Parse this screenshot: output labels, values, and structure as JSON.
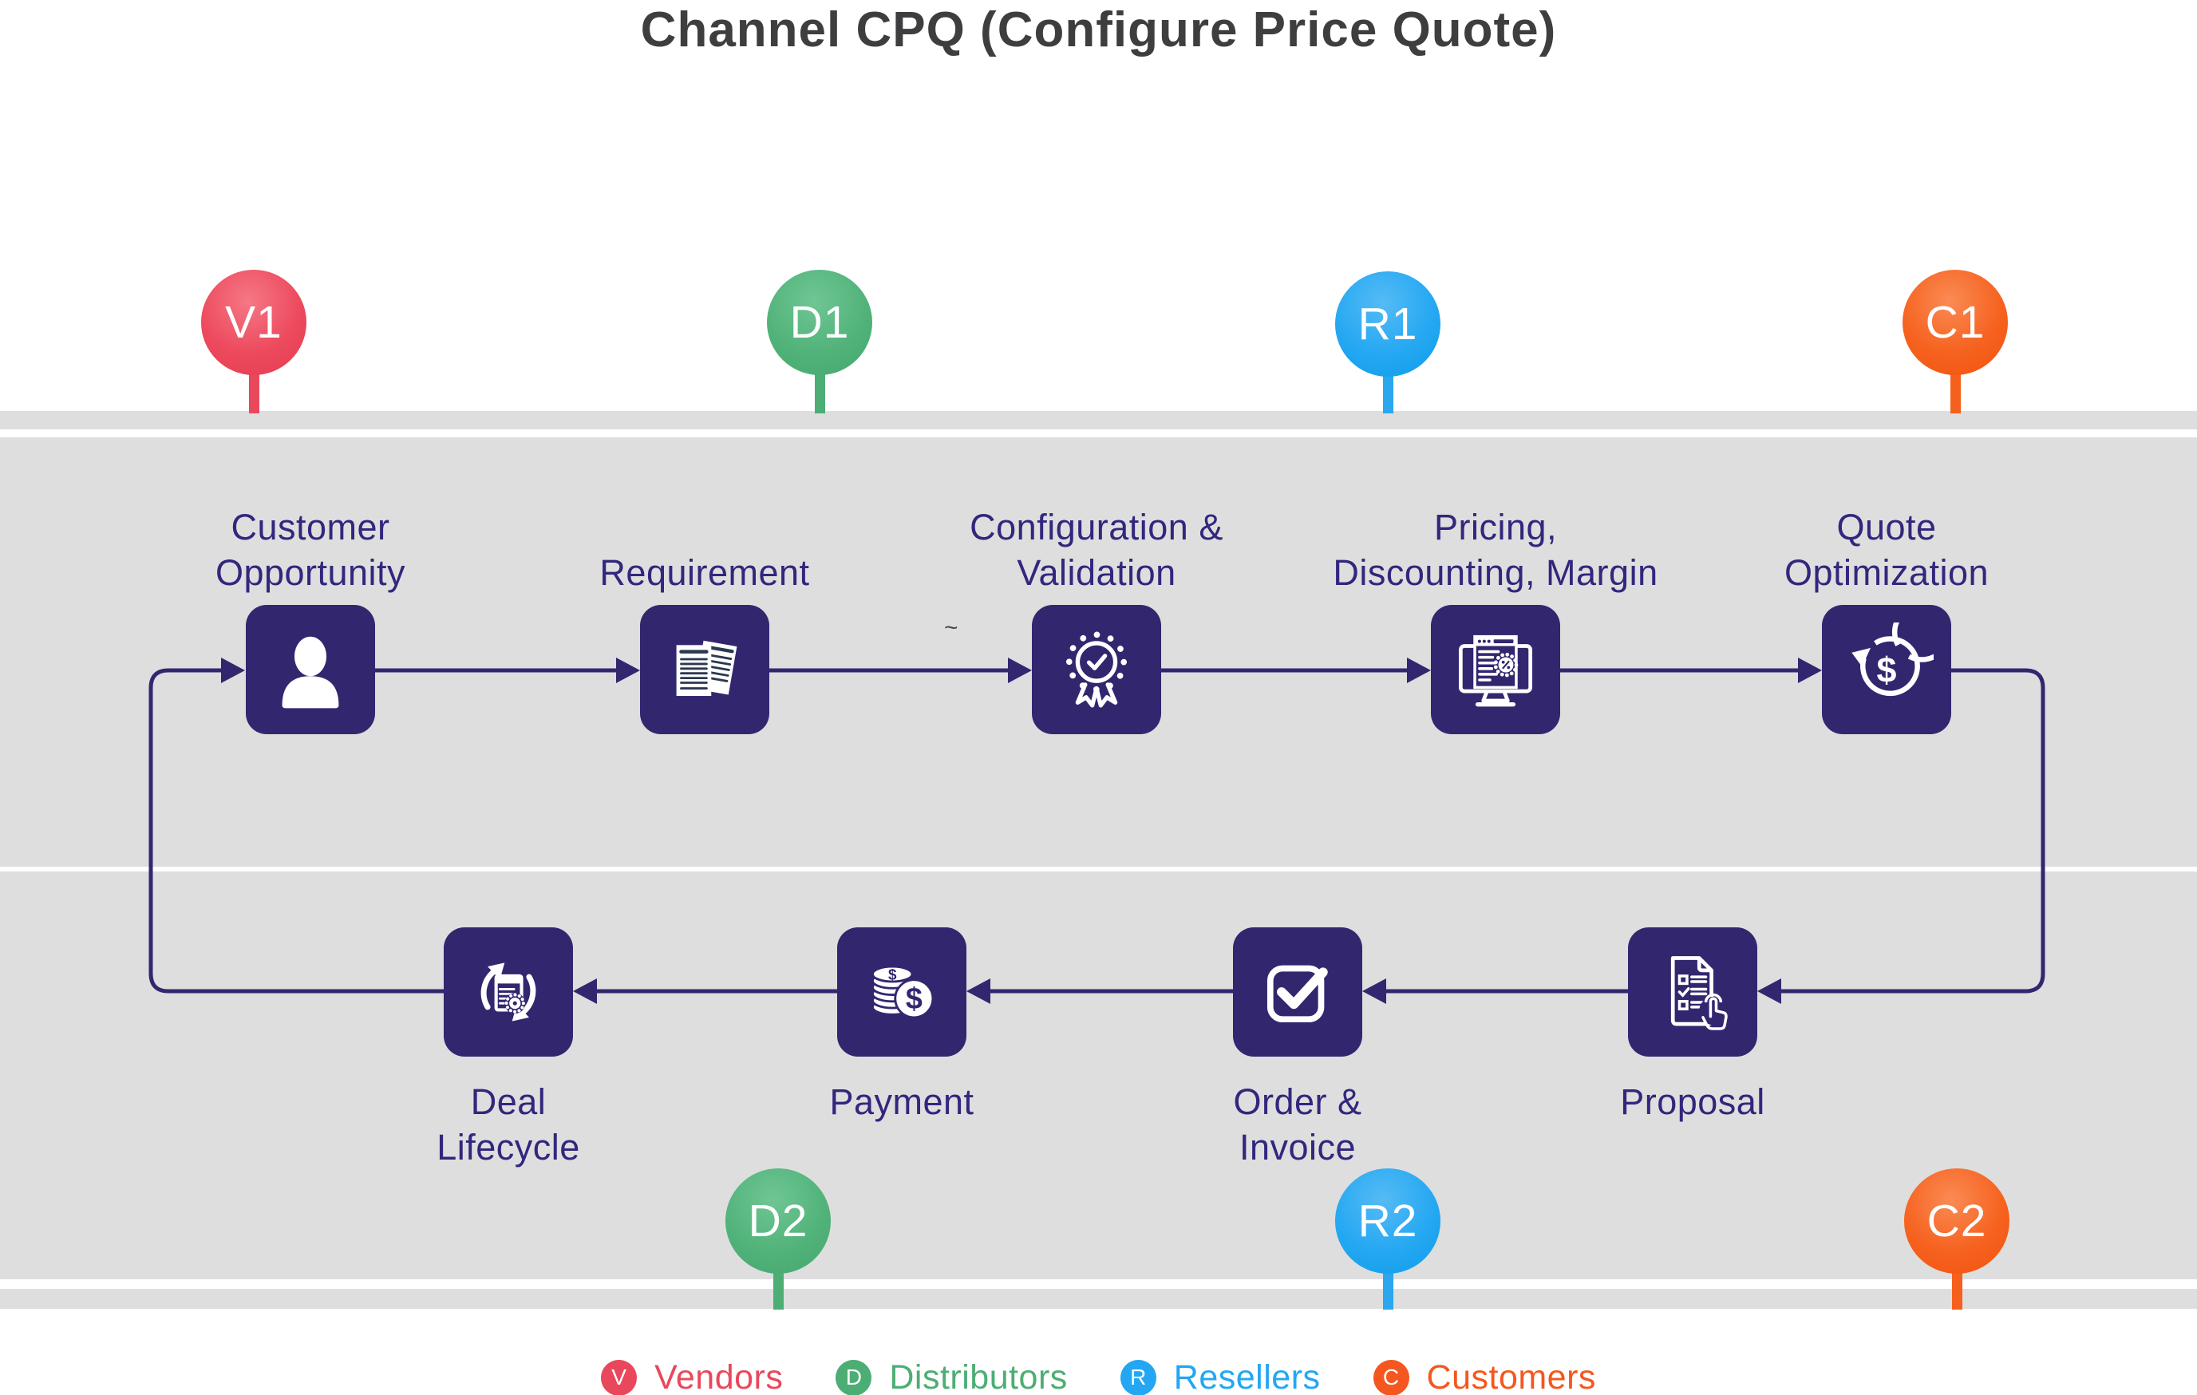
{
  "title": "Channel CPQ (Configure Price Quote)",
  "colors": {
    "box": "#32276f",
    "connector": "#32276f",
    "step_label": "#31277d",
    "band": "#dedede",
    "title": "#3e3e40",
    "vendor_red": "#e9485c",
    "distributor_green": "#4cae74",
    "reseller_blue": "#23a7f2",
    "customer_orange": "#f4571f"
  },
  "pins": {
    "top": [
      {
        "id": "V1",
        "role": "vendor"
      },
      {
        "id": "D1",
        "role": "distributor"
      },
      {
        "id": "R1",
        "role": "reseller"
      },
      {
        "id": "C1",
        "role": "customer"
      }
    ],
    "bottom": [
      {
        "id": "D2",
        "role": "distributor"
      },
      {
        "id": "R2",
        "role": "reseller"
      },
      {
        "id": "C2",
        "role": "customer"
      }
    ]
  },
  "steps": {
    "top": [
      {
        "label": "Customer\nOpportunity",
        "icon": "user"
      },
      {
        "label": "Requirement",
        "icon": "documents"
      },
      {
        "label": "Configuration &\nValidation",
        "icon": "badge-check"
      },
      {
        "label": "Pricing,\nDiscounting, Margin",
        "icon": "monitor-percent"
      },
      {
        "label": "Quote\nOptimization",
        "icon": "dollar-refresh"
      }
    ],
    "bottom": [
      {
        "label": "Proposal",
        "icon": "document-click"
      },
      {
        "label": "Order &\nInvoice",
        "icon": "checkbox-check"
      },
      {
        "label": "Payment",
        "icon": "coins-dollar"
      },
      {
        "label": "Deal\nLifecycle",
        "icon": "document-cycle"
      }
    ]
  },
  "stray_mark": "~",
  "legend": [
    {
      "initial": "V",
      "label": "Vendors"
    },
    {
      "initial": "D",
      "label": "Distributors"
    },
    {
      "initial": "R",
      "label": "Resellers"
    },
    {
      "initial": "C",
      "label": "Customers"
    }
  ]
}
